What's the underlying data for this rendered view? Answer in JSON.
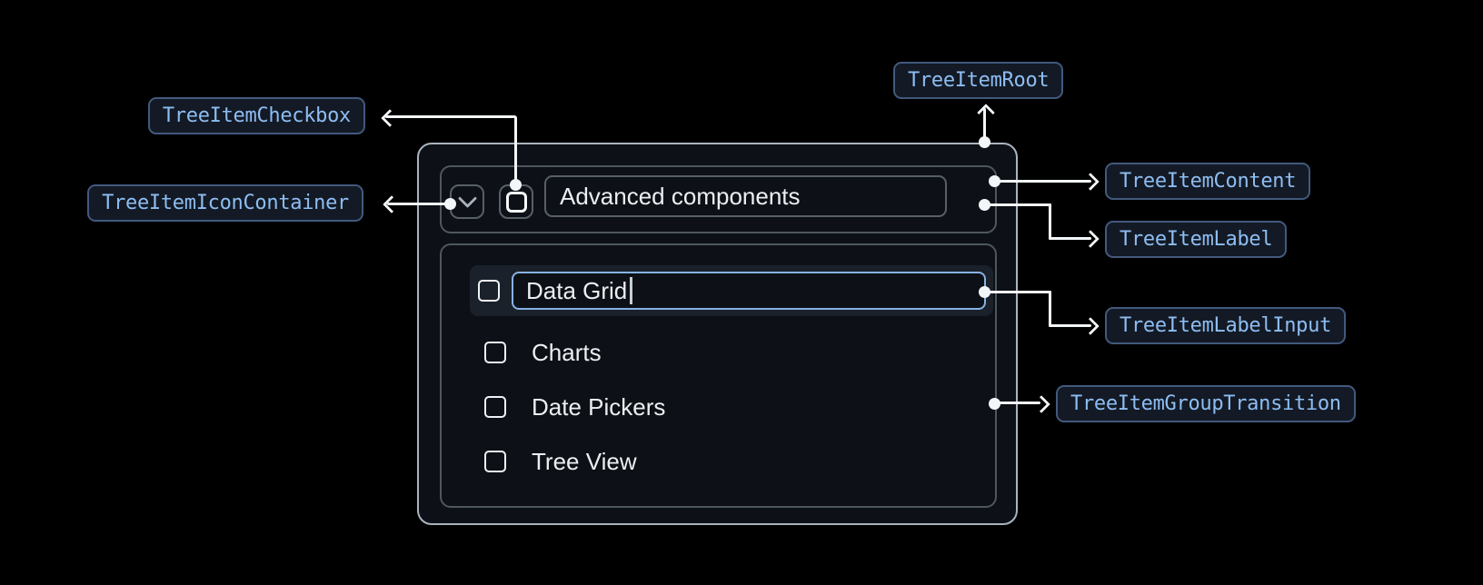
{
  "annotations": {
    "root": "TreeItemRoot",
    "checkbox": "TreeItemCheckbox",
    "icon_container": "TreeItemIconContainer",
    "content": "TreeItemContent",
    "label": "TreeItemLabel",
    "label_input": "TreeItemLabelInput",
    "group_transition": "TreeItemGroupTransition"
  },
  "tree": {
    "parent": {
      "label": "Advanced components",
      "expanded": true,
      "checked": false
    },
    "editing_item": {
      "value": "Data Grid",
      "checked": false
    },
    "items": [
      {
        "label": "Charts",
        "checked": false
      },
      {
        "label": "Date Pickers",
        "checked": false
      },
      {
        "label": "Tree View",
        "checked": false
      }
    ]
  },
  "icons": {
    "expand": "chevron-down-icon",
    "checkbox": "checkbox-unchecked-icon",
    "connector_ends": [
      "arrow-up-icon",
      "arrow-left-icon",
      "arrow-right-icon",
      "anchor-dot"
    ]
  },
  "colors": {
    "canvas_bg": "#000000",
    "surface_bg": "#0d1117",
    "root_border": "#aab4be",
    "inner_border": "#4e565e",
    "control_border": "#585f67",
    "row_highlight_bg": "#1b212a",
    "input_focus_border": "#86b2e4",
    "annotation_bg": "#131a25",
    "annotation_border": "#42597d",
    "annotation_text": "#8ebdf2",
    "connector": "#f3f6f8",
    "text_primary": "#eceff1"
  }
}
